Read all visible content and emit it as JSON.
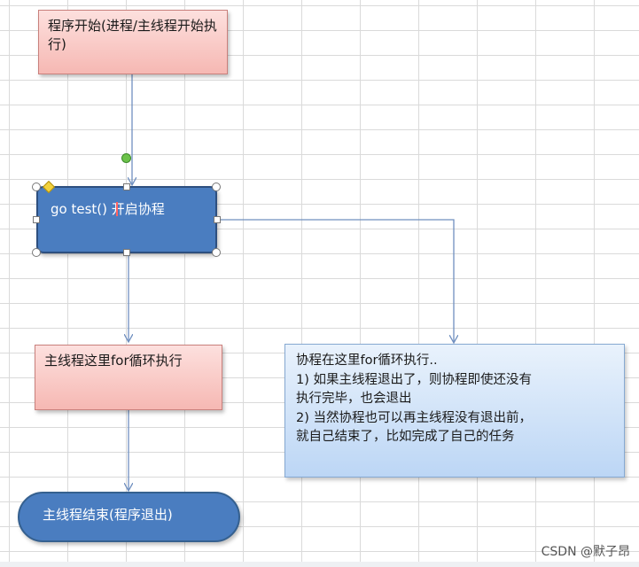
{
  "nodes": {
    "start": "程序开始(进程/主线程开始执行)",
    "go_test": "go test() 开启协程",
    "main_loop": "主线程这里for循环执行",
    "goroutine_note": {
      "line1": "协程在这里for循环执行..",
      "line2": "1) 如果主线程退出了，则协程即使还没有",
      "line3": "执行完毕，也会退出",
      "line4": "2) 当然协程也可以再主线程没有退出前，",
      "line5": "就自己结束了，比如完成了自己的任务"
    },
    "end": "主线程结束(程序退出)"
  },
  "watermark": "CSDN @默子昂",
  "colors": {
    "pink_fill": "#f6b8b3",
    "blue_fill": "#4a7dc0",
    "note_fill": "#bcd6f5",
    "arrow": "#6f8fbf"
  }
}
